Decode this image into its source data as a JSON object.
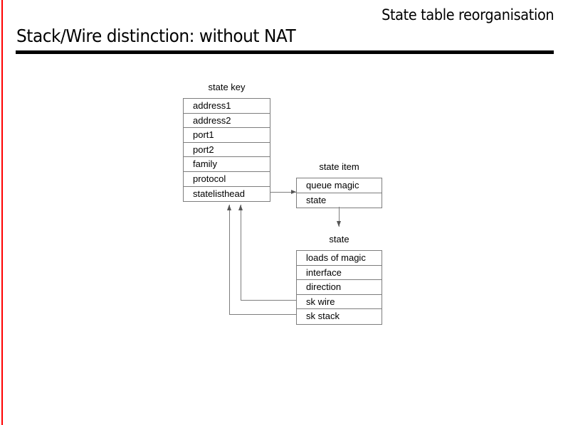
{
  "slide": {
    "header_title": "State table reorganisation",
    "title": "Stack/Wire distinction: without NAT",
    "accent_color": "#ff0000",
    "rule_color": "#000000",
    "box_border_color": "#7d7d7d",
    "connector_color": "#555555"
  },
  "diagram": {
    "structs": [
      {
        "id": "state-key",
        "caption": "state key",
        "rows": [
          "address1",
          "address2",
          "port1",
          "port2",
          "family",
          "protocol",
          "statelisthead"
        ]
      },
      {
        "id": "state-item",
        "caption": "state item",
        "rows": [
          "queue magic",
          "state"
        ]
      },
      {
        "id": "state",
        "caption": "state",
        "rows": [
          "loads of magic",
          "interface",
          "direction",
          "sk wire",
          "sk stack"
        ]
      }
    ],
    "connectors": [
      {
        "id": "statelisthead-to-state-item",
        "from": "state-key.statelisthead",
        "to": "state-item",
        "arrow": "right"
      },
      {
        "id": "state-item-to-state",
        "from": "state-item",
        "to": "state",
        "arrow": "down"
      },
      {
        "id": "sk-wire-to-state-key",
        "from": "state.sk wire",
        "to": "state-key",
        "arrow": "up"
      },
      {
        "id": "sk-stack-to-state-key",
        "from": "state.sk stack",
        "to": "state-key",
        "arrow": "up"
      }
    ]
  }
}
